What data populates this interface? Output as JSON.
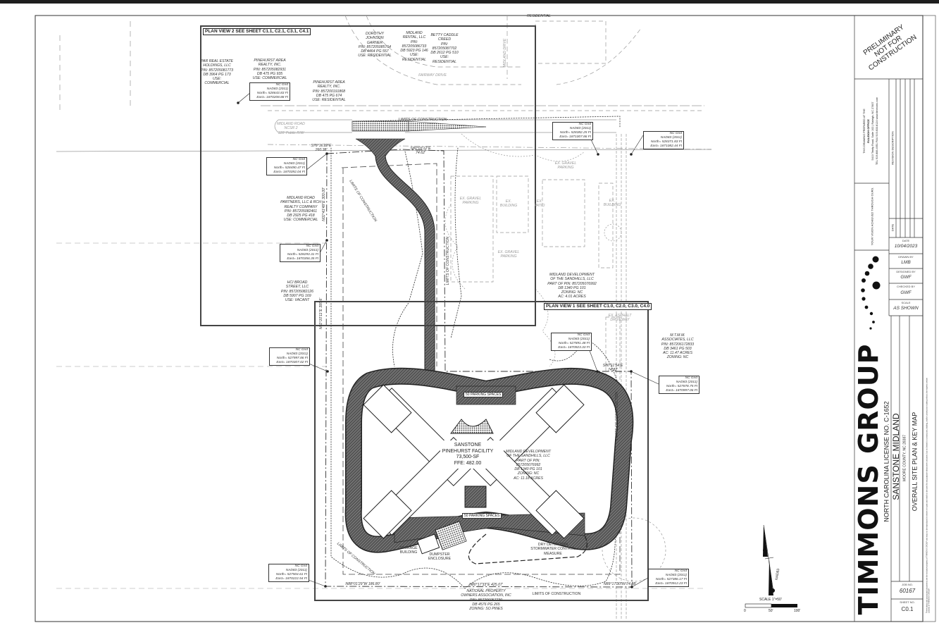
{
  "title_block": {
    "stamp": "PRELIMINARY\nNOT FOR\nCONSTRUCTION",
    "office_prepared": "THIS DRAWING PREPARED AT THE",
    "office_name": "RALEIGH OFFICE",
    "office_address": "5410 Trinity Road, Suite 102 | Raleigh, NC 27607",
    "office_contact": "TEL 919.866.4951  FAX 919.833.8124  www.timmons.com",
    "tagline": "YOUR VISION ACHIEVED THROUGH OURS.",
    "revision_description_header": "REVISION DESCRIPTION",
    "revision_date_header": "DATE",
    "fields": {
      "date_label": "DATE",
      "date_value": "10/04/2023",
      "drawn_label": "DRAWN BY",
      "drawn_value": "LMB",
      "designed_label": "DESIGNED BY",
      "designed_value": "GWF",
      "checked_label": "CHECKED BY",
      "checked_value": "GWF",
      "scale_label": "SCALE",
      "scale_value": "AS SHOWN",
      "job_label": "JOB NO.",
      "job_value": "60167",
      "sheet_label": "SHEET NO.",
      "sheet_value": "C0.1"
    },
    "company": "TIMMONS GROUP",
    "license": "NORTH CAROLINA LICENSE NO. C-1652",
    "project": "SANSTONE MIDLAND",
    "location": "MOORE COUNTY, NC 28387",
    "sheet_title": "OVERALL SITE PLAN & KEY MAP",
    "disclaimer": "These plans and associated documents are the exclusive property of TIMMONS GROUP and may not be reproduced in whole or in part and shall not be used for any purpose whatsoever, inclusive, but not limited to construction, bidding, and/or construction staking without the express written consent of TIMMONS GROUP."
  },
  "plan_views": {
    "view2": "PLAN VIEW 2 SEE SHEET C1.1, C2.1, C3.1, C4.1",
    "view1": "PLAN VIEW 1 SEE SHEET C1.0, C2.0, C3.0, C4.0"
  },
  "parcels": {
    "top_residential": "RESIDENTIAL",
    "garner": "DOROTHY\nJOHNSON\nGARNER\nPIN: 857205085764\nDB 4464 PG 557\nUSE: RESIDENTIAL",
    "midland_rental": "MIDLAND\nRENTAL, LLC\nPIN:\n857205086733\nDB 5923 PG 146\nUSE:\nRESIDENTIAL",
    "creed": "BETTY CADDLE\nCREED\nPIN:\n857205087702\nDB 2612 PG 510\nUSE:\nRESIDENTIAL",
    "par_real_estate": "PAR REAL ESTATE\nHOLDINGS, LLC\nPIN: 857205081773\nDB 3964 PG 173\nUSE:\nCOMMERCIAL",
    "pinehurst_commercial": "PINEHURST AREA\nREALTY, INC.\nPIN: 857205082931\nDB 475 PG 935\nUSE: COMMERCIAL",
    "pinehurst_residential": "PINEHURST AREA\nREALTY, INC.\nPIN: 857200191868\nDB 475 PG 674\nUSE: RESIDENTIAL",
    "midland_road_partners": "MIDLAND ROAD\nPARTNERS, LLC & RCH\nREALTY COMPANY\nPIN: 857205082461\nDB 2925 PG 418\nUSE: COMMERCIAL",
    "hci_broad": "HCI BROAD\nSTREET, LLC\nPIN: 857205082126\nDB 5907 PG 169\nUSE: VACANT",
    "midland_dev_north": "MIDLAND DEVELOPMENT\nOF THE SANDHILLS, LLC\nPART OF PIN: 857205076992\nDB 1340 PG 101\nZONING: NC\nAC: 4.01 ACRES",
    "mtmm": "M.T.M.M.\nASSOCIATES, LLC\nPIN: 857206172833\nDB 3461 PG 503\nAC: 11.47 ACRES\nZONING: NC",
    "midland_dev_site": "MIDLAND DEVELOPMENT\nOF THE SANDHILLS, LLC\nPART OF PIN:\n857205076992\nDB 1340 PG 101\nZONING: NC\nAC: 11.18 ACRES",
    "national_property": "NATIONAL PROPERTY\nOWNERS ASSOCIATION, INC\nPIN: 857206057730\nDB 4576 PG 265\nZONING: SO PINES"
  },
  "streets": {
    "fairway": "FAIRWAY DRIVE",
    "midland_drive": "MIDLAND DRIVE",
    "midland_road": "MIDLAND ROAD\nNCSR 2\n120' Public R/W"
  },
  "existing": {
    "gravel_parking_1": "EX. GRAVEL\nPARKING",
    "gravel_parking_2": "EX. GRAVEL\nPARKING",
    "gravel_parking_3": "EX. GRAVEL\nPARKING",
    "building_1": "EX.\nBUILDING",
    "building_2": "EX.\nBUILDING",
    "patio": "EX.\nPATIO",
    "asphalt_driveway": "EX. ASPHALT\nDRIVEWAY"
  },
  "bearings": {
    "north_1": "S76°16'22\"E\n260.38'",
    "north_2": "S80°03'12\"E\n74.62'",
    "west_upper": "N02°41'49\"E\n300.00'",
    "west_lower": "N02°20'11\"E\n395.6'",
    "east_jog": "S80°11'54\"E\n74.82'",
    "south_1": "N88°01'29\"W  186.80'",
    "south_2": "N80°17'33\"E  425.07'",
    "south_3": "N89°17'30\"W  74.88'"
  },
  "site": {
    "facility": "SANSTONE\nPINEHURST FACILITY\n73,500-SF\nFFE: 482.00",
    "parking_north": "50 PARKING SPACES",
    "parking_south": "50 PARKING SPACES",
    "storage": "STORAGE\nBUILDING",
    "dumpster": "DUMPSTER\nENCLOSURE",
    "detention": "DRY DETENTION\nSTORMWATER CONTROL\nMEASURE",
    "limits_top": "LIMITS OF CONSTRUCTION",
    "limits_bottom": "LIMITS OF CONSTRUCTION",
    "limits_left": "LIMITS OF CONSTRUCTION",
    "limits_drive": "LIMITS OF CONSTRUCTION",
    "limits_right": "LIMITS OF CONSTRUCTION",
    "limits_sw": "LIMITS OF CONSTRUCTION"
  },
  "grid_points": [
    {
      "text": "NC Grid\nNAD83 (2011)\nNorth= 528643.83 Ft\nEast= 1870208.88 Ft"
    },
    {
      "text": "NC Grid\nNAD83 (2011)\nNorth= 528490.47 Ft\nEast= 1870392.04 Ft"
    },
    {
      "text": "NC Grid\nNAD83 (2011)\nNorth= 528293.31 Ft\nEast= 1870356.35 Ft"
    },
    {
      "text": "NC Grid\nNAD83 (2011)\nNorth= 527997.86 Ft\nEast= 1870307.02 Ft"
    },
    {
      "text": "NC Grid\nNAD83 (2011)\nNorth= 527504.61 Ft\nEast= 1870222.54 Ft"
    },
    {
      "text": "NC Grid\nNAD83 (2011)\nNorth= 528382.25 Ft\nEast= 1871007.86 Ft"
    },
    {
      "text": "NC Grid\nNAD83 (2011)\nNorth= 528371.83 Ft\nEast= 1871082.44 Ft"
    },
    {
      "text": "NC Grid\nNAD83 (2011)\nNorth= 527891.48 Ft\nEast= 1870923.33 Ft"
    },
    {
      "text": "NC Grid\nNAD83 (2011)\nNorth= 527878.75 Ft\nEast= 1870997.06 Ft"
    },
    {
      "text": "NC Grid\nNAD83 (2011)\nNorth= 527386.17 Ft\nEast= 1870912.23 Ft"
    }
  ],
  "scale_bar": {
    "title": "SCALE 1\"=50'",
    "ticks": [
      "0",
      "50'",
      "100'"
    ]
  },
  "north_arrow": {
    "label": "NAD83"
  },
  "colors": {
    "ink": "#222222",
    "background": "#ffffff",
    "existing": "#9a9a9a",
    "pavement": "#3a3a3a"
  }
}
